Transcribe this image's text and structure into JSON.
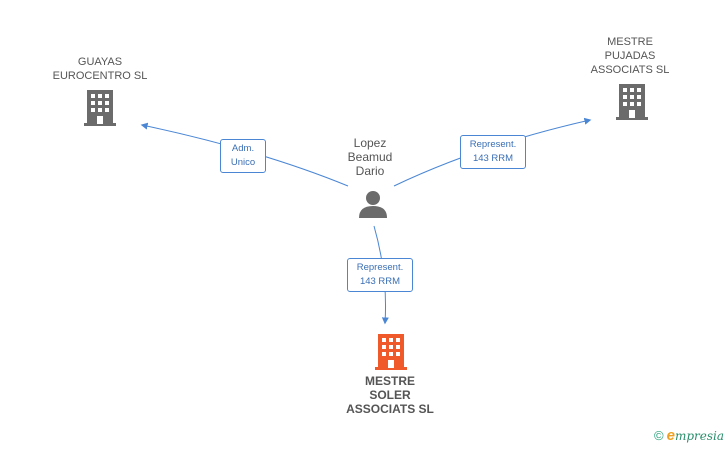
{
  "person": {
    "name_lines": [
      "Lopez",
      "Beamud",
      "Dario"
    ]
  },
  "companies": [
    {
      "id": "guayas",
      "name_lines": [
        "GUAYAS",
        "EUROCENTRO SL"
      ],
      "highlight": false
    },
    {
      "id": "mestre-pujadas",
      "name_lines": [
        "MESTRE",
        "PUJADAS",
        "ASSOCIATS SL"
      ],
      "highlight": false
    },
    {
      "id": "mestre-soler",
      "name_lines": [
        "MESTRE",
        "SOLER",
        "ASSOCIATS SL"
      ],
      "highlight": true
    }
  ],
  "edges": [
    {
      "to": "guayas",
      "label_lines": [
        "Adm.",
        "Unico"
      ]
    },
    {
      "to": "mestre-pujadas",
      "label_lines": [
        "Represent.",
        "143 RRM"
      ]
    },
    {
      "to": "mestre-soler",
      "label_lines": [
        "Represent.",
        "143 RRM"
      ]
    }
  ],
  "colors": {
    "edge": "#4a86d4",
    "building": "#6b6b6b",
    "building_highlight": "#f05a2a",
    "person": "#6b6b6b"
  },
  "footer": {
    "copyright": "©",
    "brand_initial": "e",
    "brand_rest": "mpresia"
  }
}
